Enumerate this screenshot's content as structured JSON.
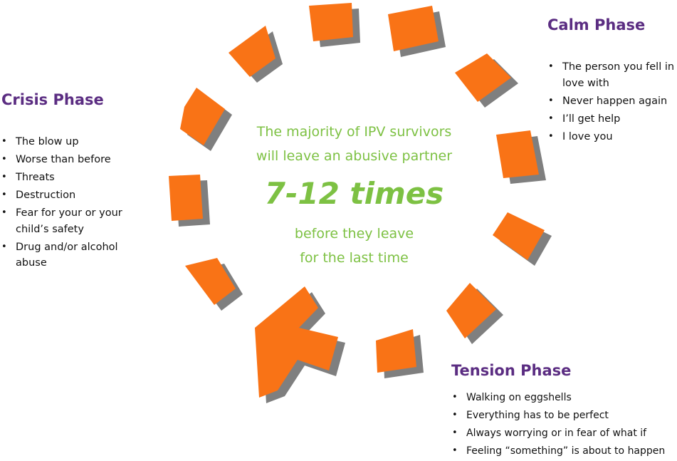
{
  "colors": {
    "block_orange": "#f97316",
    "block_shadow": "#7f7f7f",
    "phase_title": "#5b2d82",
    "center_text": "#7dc143",
    "body_text": "#111111"
  },
  "center": {
    "line1": "The majority of IPV survivors",
    "line2": "will leave an abusive partner",
    "highlight": "7-12 times",
    "line3": "before they leave",
    "line4": "for the last time"
  },
  "crisis": {
    "title": "Crisis Phase",
    "items": [
      "The blow up",
      "Worse than before",
      "Threats",
      "Destruction",
      "Fear for your or your child’s safety",
      "Drug and/or alcohol abuse"
    ]
  },
  "calm": {
    "title": "Calm Phase",
    "items": [
      "The person you fell in love with",
      "Never happen again",
      "I’ll get help",
      "I love you"
    ]
  },
  "tension": {
    "title": "Tension Phase",
    "items": [
      "Walking on eggshells",
      "Everything has to be perfect",
      "Always worrying or in fear of what if",
      "Feeling “something” is about to happen"
    ]
  }
}
